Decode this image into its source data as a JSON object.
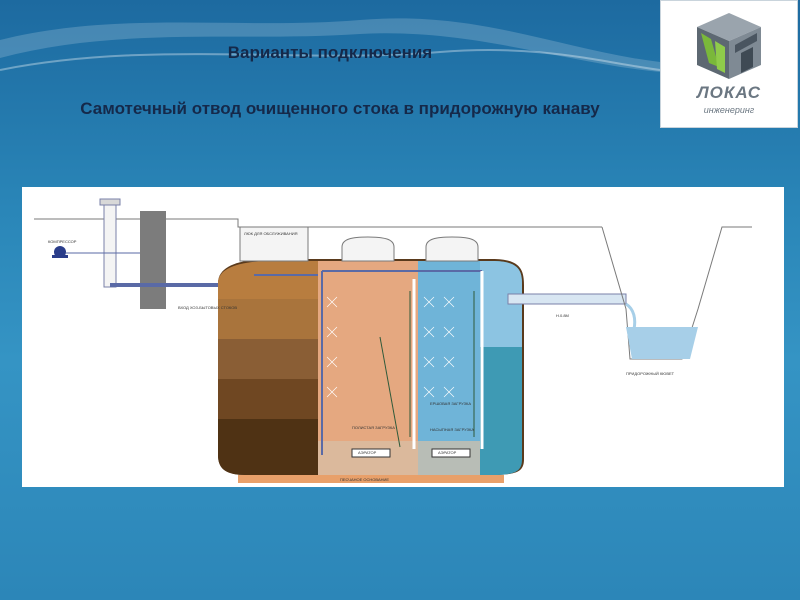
{
  "slide": {
    "title": "Варианты подключения",
    "subtitle": "Самотечный отвод очищенного стока в придорожную канаву"
  },
  "logo": {
    "name": "ЛОКАС",
    "tagline": "инженеринг",
    "colors": {
      "green": "#7ab83a",
      "grey": "#7f8a94",
      "dark": "#4a5560"
    }
  },
  "diagram": {
    "labels": {
      "compressor": "КОМПРЕССОР",
      "hatch": "ЛЮК ДЛЯ ОБСЛУЖИВАНИЯ",
      "inlet": "ВХОД ХОЗ-БЫТОВЫХ СТОКОВ",
      "outlet": "Н.0.8М",
      "ditch": "ПРИДОРОЖНЫЙ КЮВЕТ",
      "load1": "ПОЛИСТАЯ ЗАГРУЗКА",
      "load2": "ЕРШОВАЯ ЗАГРУЗКА",
      "load3": "НАСЫПНАЯ ЗАГРУЗКА",
      "aerator1": "АЭРАТОР",
      "aerator2": "АЭРАТОР",
      "base": "ПЕСЧАНОЕ ОСНОВАНИЕ"
    },
    "colors": {
      "soil_top": "#b87d3f",
      "soil_mid1": "#a9743c",
      "soil_mid2": "#8a5e35",
      "soil_low": "#6f4722",
      "soil_bottom": "#4f3214",
      "chamber_salmon": "#e5a880",
      "chamber_blue": "#6fb4d8",
      "chamber_teal": "#3e9ab4",
      "water": "#a7cfe8",
      "base": "#e8a06a",
      "pipe": "#5a6aa6"
    }
  }
}
